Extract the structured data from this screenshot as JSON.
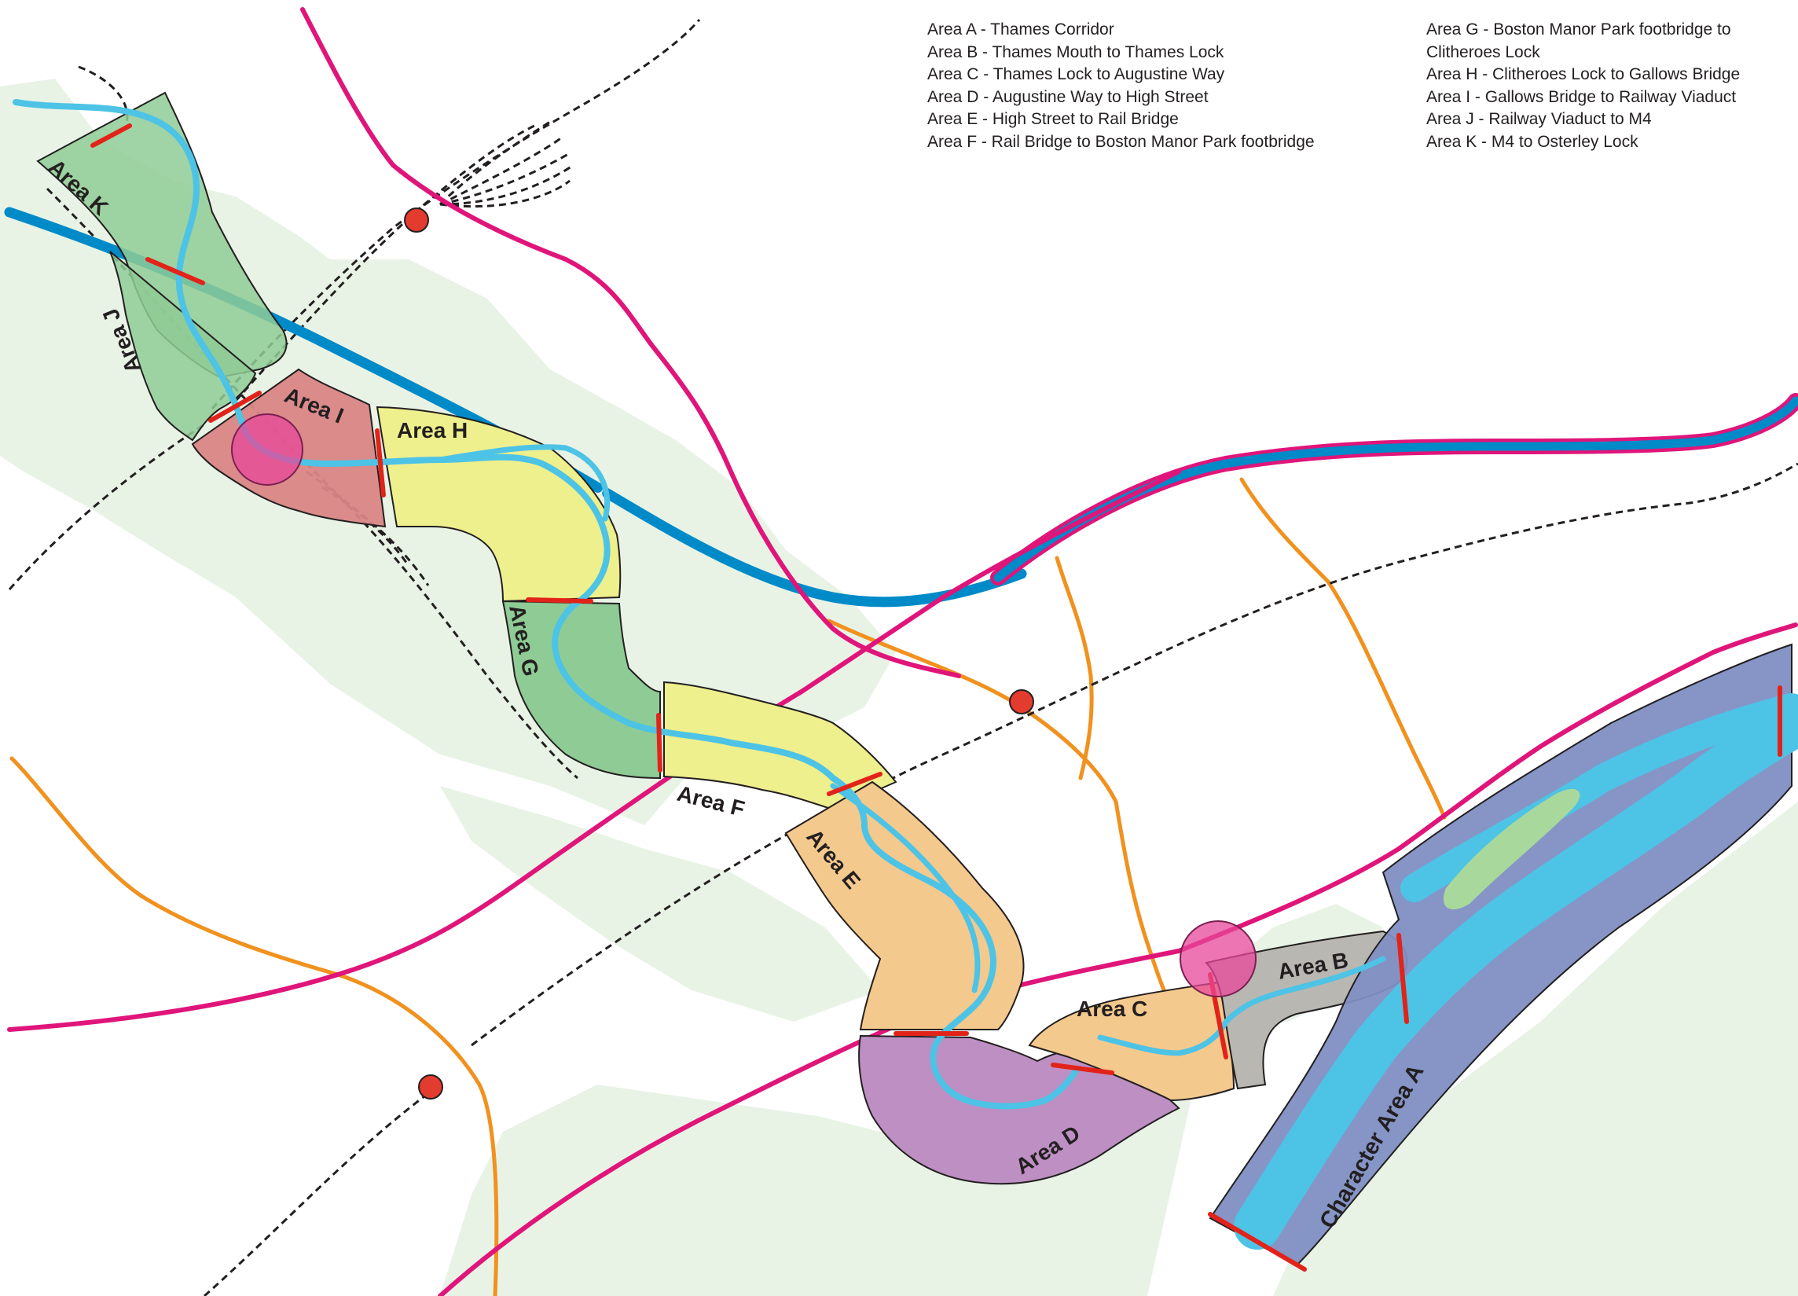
{
  "legend": {
    "left": [
      "Area A - Thames Corridor",
      "Area B - Thames Mouth to Thames Lock",
      "Area C - Thames Lock to Augustine Way",
      "Area D - Augustine Way to High Street",
      "Area E - High Street to Rail Bridge",
      "Area F - Rail Bridge to Boston Manor Park footbridge"
    ],
    "right": [
      "Area G - Boston Manor Park footbridge to",
      "Clitheroes Lock",
      "Area H - Clitheroes Lock to Gallows Bridge",
      "Area I - Gallows Bridge to Railway Viaduct",
      "Area J - Railway Viaduct to M4",
      "Area K - M4 to Osterley Lock"
    ]
  },
  "areas": {
    "a": "Character Area A",
    "b": "Area B",
    "c": "Area C",
    "d": "Area D",
    "e": "Area E",
    "f": "Area F",
    "g": "Area G",
    "h": "Area H",
    "i": "Area I",
    "j": "Area J",
    "k": "Area K"
  },
  "colors": {
    "green_space": "#e8f3e6",
    "river": "#4dc3e6",
    "motorway": "#008ac8",
    "main_road": "#e0157a",
    "secondary_road": "#f1911e",
    "railway": "#231f20",
    "boundary": "#e2231a",
    "area_green": "#8fcb95",
    "area_red": "#d98585",
    "area_yellow": "#eeef8d",
    "area_orange": "#f4c98d",
    "area_purple": "#be8fc3",
    "area_grey": "#b8b7b2",
    "area_blue": "#7f8fc3",
    "node": "#e43b2f",
    "focus_circle": "#e8479a"
  }
}
